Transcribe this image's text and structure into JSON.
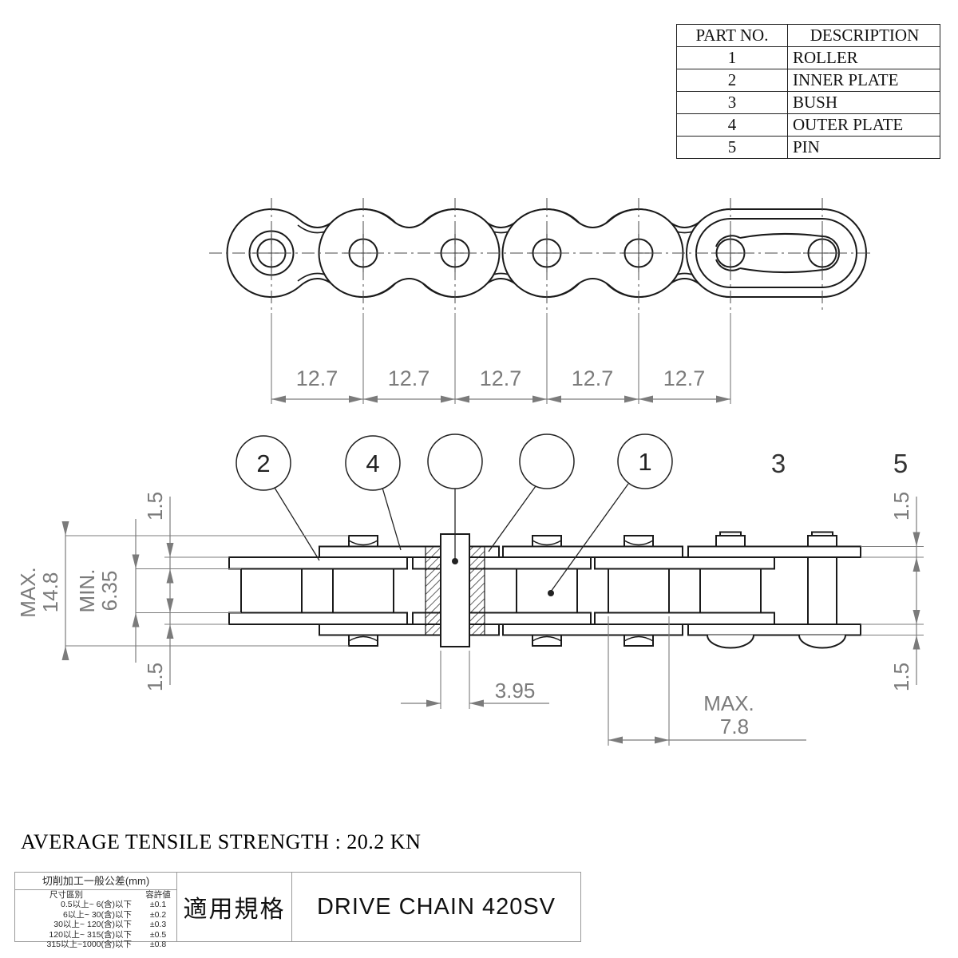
{
  "parts_table": {
    "headers": [
      "PART NO.",
      "DESCRIPTION"
    ],
    "rows": [
      [
        "1",
        "ROLLER"
      ],
      [
        "2",
        "INNER PLATE"
      ],
      [
        "3",
        "BUSH"
      ],
      [
        "4",
        "OUTER PLATE"
      ],
      [
        "5",
        "PIN"
      ]
    ]
  },
  "top_view": {
    "pitch": [
      "12.7",
      "12.7",
      "12.7",
      "12.7",
      "12.7"
    ]
  },
  "plan_view": {
    "balloons": [
      "2",
      "4",
      "",
      "",
      "1"
    ],
    "floating_labels": {
      "bush": "3",
      "pin": "5"
    },
    "dims": {
      "overall_label": "MAX.",
      "overall_value": "14.8",
      "inner_label": "MIN.",
      "inner_value": "6.35",
      "plate": "1.5",
      "pin_dia": "3.95",
      "roller_label": "MAX.",
      "roller_value": "7.8"
    }
  },
  "footer": {
    "tensile": "AVERAGE TENSILE STRENGTH : 20.2 KN",
    "tolerance_table": {
      "title": "切削加工一般公差(mm)",
      "col_label": "尺寸區別",
      "col_value": "容許値",
      "rows": [
        [
          "0.5以上~  6(含)以下",
          "±0.1"
        ],
        [
          "6以上~  30(含)以下",
          "±0.2"
        ],
        [
          "30以上~ 120(含)以下",
          "±0.3"
        ],
        [
          "120以上~ 315(含)以下",
          "±0.5"
        ],
        [
          "315以上~1000(含)以下",
          "±0.8"
        ]
      ]
    },
    "standard_label": "適用規格",
    "standard_value": "DRIVE CHAIN 420SV"
  },
  "colors": {
    "line": "#1a1a1a",
    "dim": "#7b7b7b"
  }
}
